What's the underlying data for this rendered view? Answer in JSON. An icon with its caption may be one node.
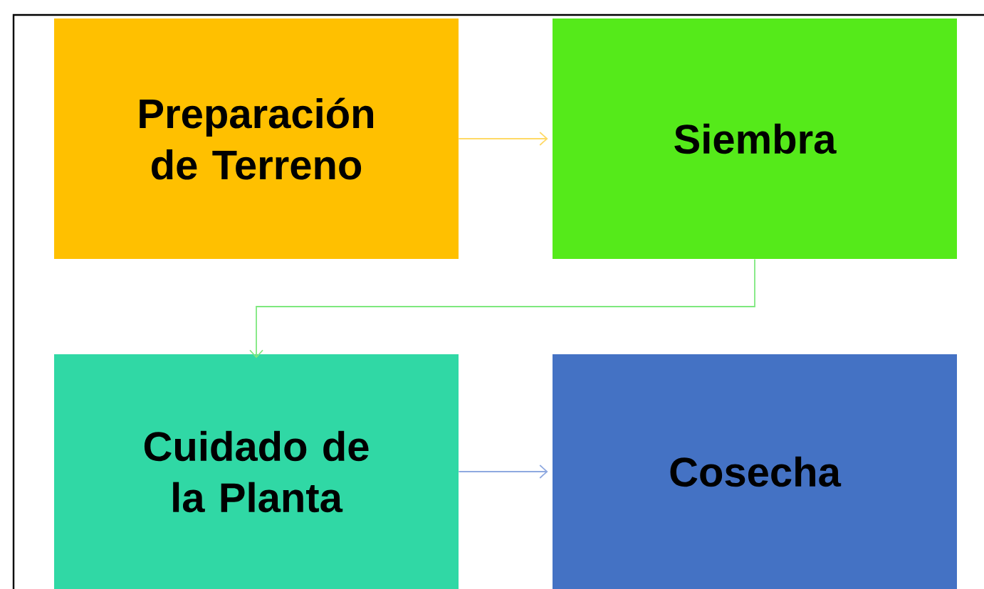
{
  "diagram": {
    "nodes": [
      {
        "text": [
          "Preparación de Terreno"
        ]
      },
      {
        "text": [
          "Siembra"
        ]
      },
      {
        "text": [
          "Cuidado de la Planta"
        ]
      },
      {
        "text": [
          "Cosecha"
        ]
      }
    ],
    "edges": [
      {
        "from": 0,
        "to": 1,
        "arrow": "to",
        "color": "#ffd966"
      },
      {
        "from": 1,
        "to": 2,
        "arrow": "to",
        "color": "#7ee87e"
      },
      {
        "from": 2,
        "to": 3,
        "arrow": "to",
        "color": "#8fa9e0"
      }
    ]
  }
}
